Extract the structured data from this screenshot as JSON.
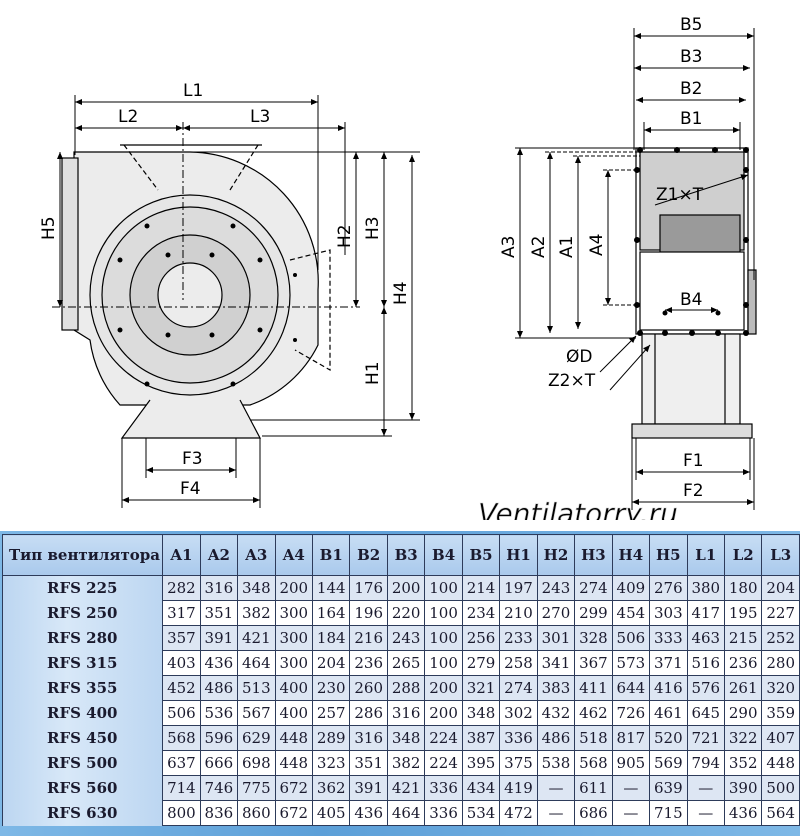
{
  "drawing": {
    "front_view": {
      "dim_labels": {
        "L1": "L1",
        "L2": "L2",
        "L3": "L3",
        "H1": "H1",
        "H2": "H2",
        "H3": "H3",
        "H4": "H4",
        "H5": "H5",
        "F3": "F3",
        "F4": "F4"
      }
    },
    "side_view": {
      "dim_labels": {
        "B1": "B1",
        "B2": "B2",
        "B3": "B3",
        "B4": "B4",
        "B5": "B5",
        "A1": "A1",
        "A2": "A2",
        "A3": "A3",
        "A4": "A4",
        "F1": "F1",
        "F2": "F2",
        "Z1T": "Z1×T",
        "D": "ØD",
        "Z2T": "Z2×T"
      }
    },
    "watermark": "Ventilatorry.ru"
  },
  "table": {
    "header": [
      "Тип вентилятора",
      "A1",
      "A2",
      "A3",
      "A4",
      "B1",
      "B2",
      "B3",
      "B4",
      "B5",
      "H1",
      "H2",
      "H3",
      "H4",
      "H5",
      "L1",
      "L2",
      "L3"
    ],
    "rows": [
      {
        "model": "RFS 225",
        "values": [
          "282",
          "316",
          "348",
          "200",
          "144",
          "176",
          "200",
          "100",
          "214",
          "197",
          "243",
          "274",
          "409",
          "276",
          "380",
          "180",
          "204"
        ]
      },
      {
        "model": "RFS 250",
        "values": [
          "317",
          "351",
          "382",
          "300",
          "164",
          "196",
          "220",
          "100",
          "234",
          "210",
          "270",
          "299",
          "454",
          "303",
          "417",
          "195",
          "227"
        ]
      },
      {
        "model": "RFS 280",
        "values": [
          "357",
          "391",
          "421",
          "300",
          "184",
          "216",
          "243",
          "100",
          "256",
          "233",
          "301",
          "328",
          "506",
          "333",
          "463",
          "215",
          "252"
        ]
      },
      {
        "model": "RFS 315",
        "values": [
          "403",
          "436",
          "464",
          "300",
          "204",
          "236",
          "265",
          "100",
          "279",
          "258",
          "341",
          "367",
          "573",
          "371",
          "516",
          "236",
          "280"
        ]
      },
      {
        "model": "RFS 355",
        "values": [
          "452",
          "486",
          "513",
          "400",
          "230",
          "260",
          "288",
          "200",
          "321",
          "274",
          "383",
          "411",
          "644",
          "416",
          "576",
          "261",
          "320"
        ]
      },
      {
        "model": "RFS 400",
        "values": [
          "506",
          "536",
          "567",
          "400",
          "257",
          "286",
          "316",
          "200",
          "348",
          "302",
          "432",
          "462",
          "726",
          "461",
          "645",
          "290",
          "359"
        ]
      },
      {
        "model": "RFS 450",
        "values": [
          "568",
          "596",
          "629",
          "448",
          "289",
          "316",
          "348",
          "224",
          "387",
          "336",
          "486",
          "518",
          "817",
          "520",
          "721",
          "322",
          "407"
        ]
      },
      {
        "model": "RFS 500",
        "values": [
          "637",
          "666",
          "698",
          "448",
          "323",
          "351",
          "382",
          "224",
          "395",
          "375",
          "538",
          "568",
          "905",
          "569",
          "794",
          "352",
          "448"
        ]
      },
      {
        "model": "RFS 560",
        "values": [
          "714",
          "746",
          "775",
          "672",
          "362",
          "391",
          "421",
          "336",
          "434",
          "419",
          "—",
          "611",
          "—",
          "639",
          "—",
          "390",
          "500"
        ]
      },
      {
        "model": "RFS 630",
        "values": [
          "800",
          "836",
          "860",
          "672",
          "405",
          "436",
          "464",
          "336",
          "534",
          "472",
          "—",
          "686",
          "—",
          "715",
          "—",
          "436",
          "564"
        ]
      }
    ]
  }
}
